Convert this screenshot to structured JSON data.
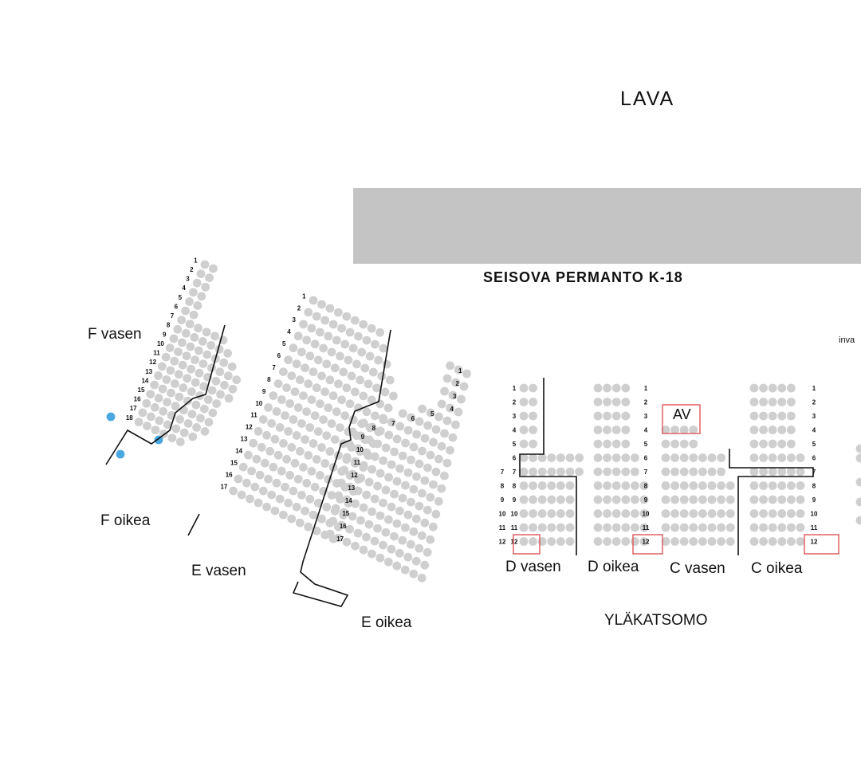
{
  "stage": {
    "label": "LAVA",
    "color": "#c4c4c4"
  },
  "standing_area": {
    "label": "SEISOVA PERMANTO K-18"
  },
  "upper_stand": {
    "label": "YLÄKATSOMO"
  },
  "sections": {
    "f_vasen": "F vasen",
    "f_oikea": "F oikea",
    "e_vasen": "E vasen",
    "e_oikea": "E oikea",
    "d_vasen": "D vasen",
    "d_oikea": "D oikea",
    "c_vasen": "C vasen",
    "c_oikea": "C oikea"
  },
  "markers": {
    "av": "AV",
    "inva": "inva"
  },
  "seat_colors": {
    "available": "#cfcfcf",
    "highlighted": "#4aa8e0",
    "reserved_box": "#e06060",
    "divider": "#111111"
  },
  "row_numbers": {
    "f": [
      "1",
      "2",
      "3",
      "4",
      "5",
      "6",
      "7",
      "8",
      "9",
      "10",
      "11",
      "12",
      "13",
      "14",
      "15",
      "16",
      "17",
      "18"
    ],
    "e_left": [
      "1",
      "2",
      "3",
      "4",
      "5",
      "6",
      "7",
      "8",
      "9",
      "10",
      "11",
      "12",
      "13",
      "14",
      "15",
      "16",
      "17"
    ],
    "e_right": [
      "1",
      "2",
      "3",
      "4",
      "5",
      "6",
      "7",
      "8",
      "9",
      "10",
      "11",
      "12",
      "13",
      "14",
      "15",
      "16",
      "17"
    ],
    "dc": [
      "1",
      "2",
      "3",
      "4",
      "5",
      "6",
      "7",
      "8",
      "9",
      "10",
      "11",
      "12"
    ]
  }
}
